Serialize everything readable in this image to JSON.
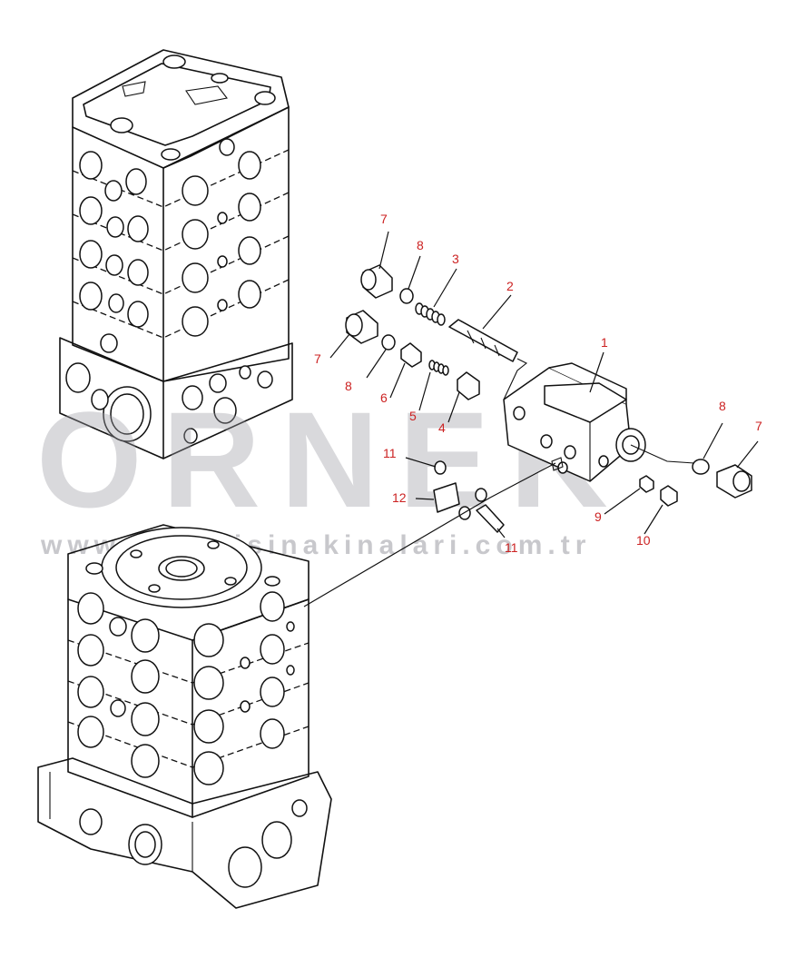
{
  "watermark": {
    "brand": "ORNEK",
    "url": "www.ornekisinakinalari.com.tr"
  },
  "callouts": {
    "c1": "1",
    "c2": "2",
    "c3": "3",
    "c4": "4",
    "c5": "5",
    "c6": "6",
    "c7a": "7",
    "c7b": "7",
    "c7c": "7",
    "c8a": "8",
    "c8b": "8",
    "c8c": "8",
    "c9": "9",
    "c10": "10",
    "c11a": "11",
    "c11b": "11",
    "c12": "12"
  },
  "colors": {
    "line": "#111111",
    "callout": "#cc2222",
    "watermark": "#9a9aa2"
  }
}
